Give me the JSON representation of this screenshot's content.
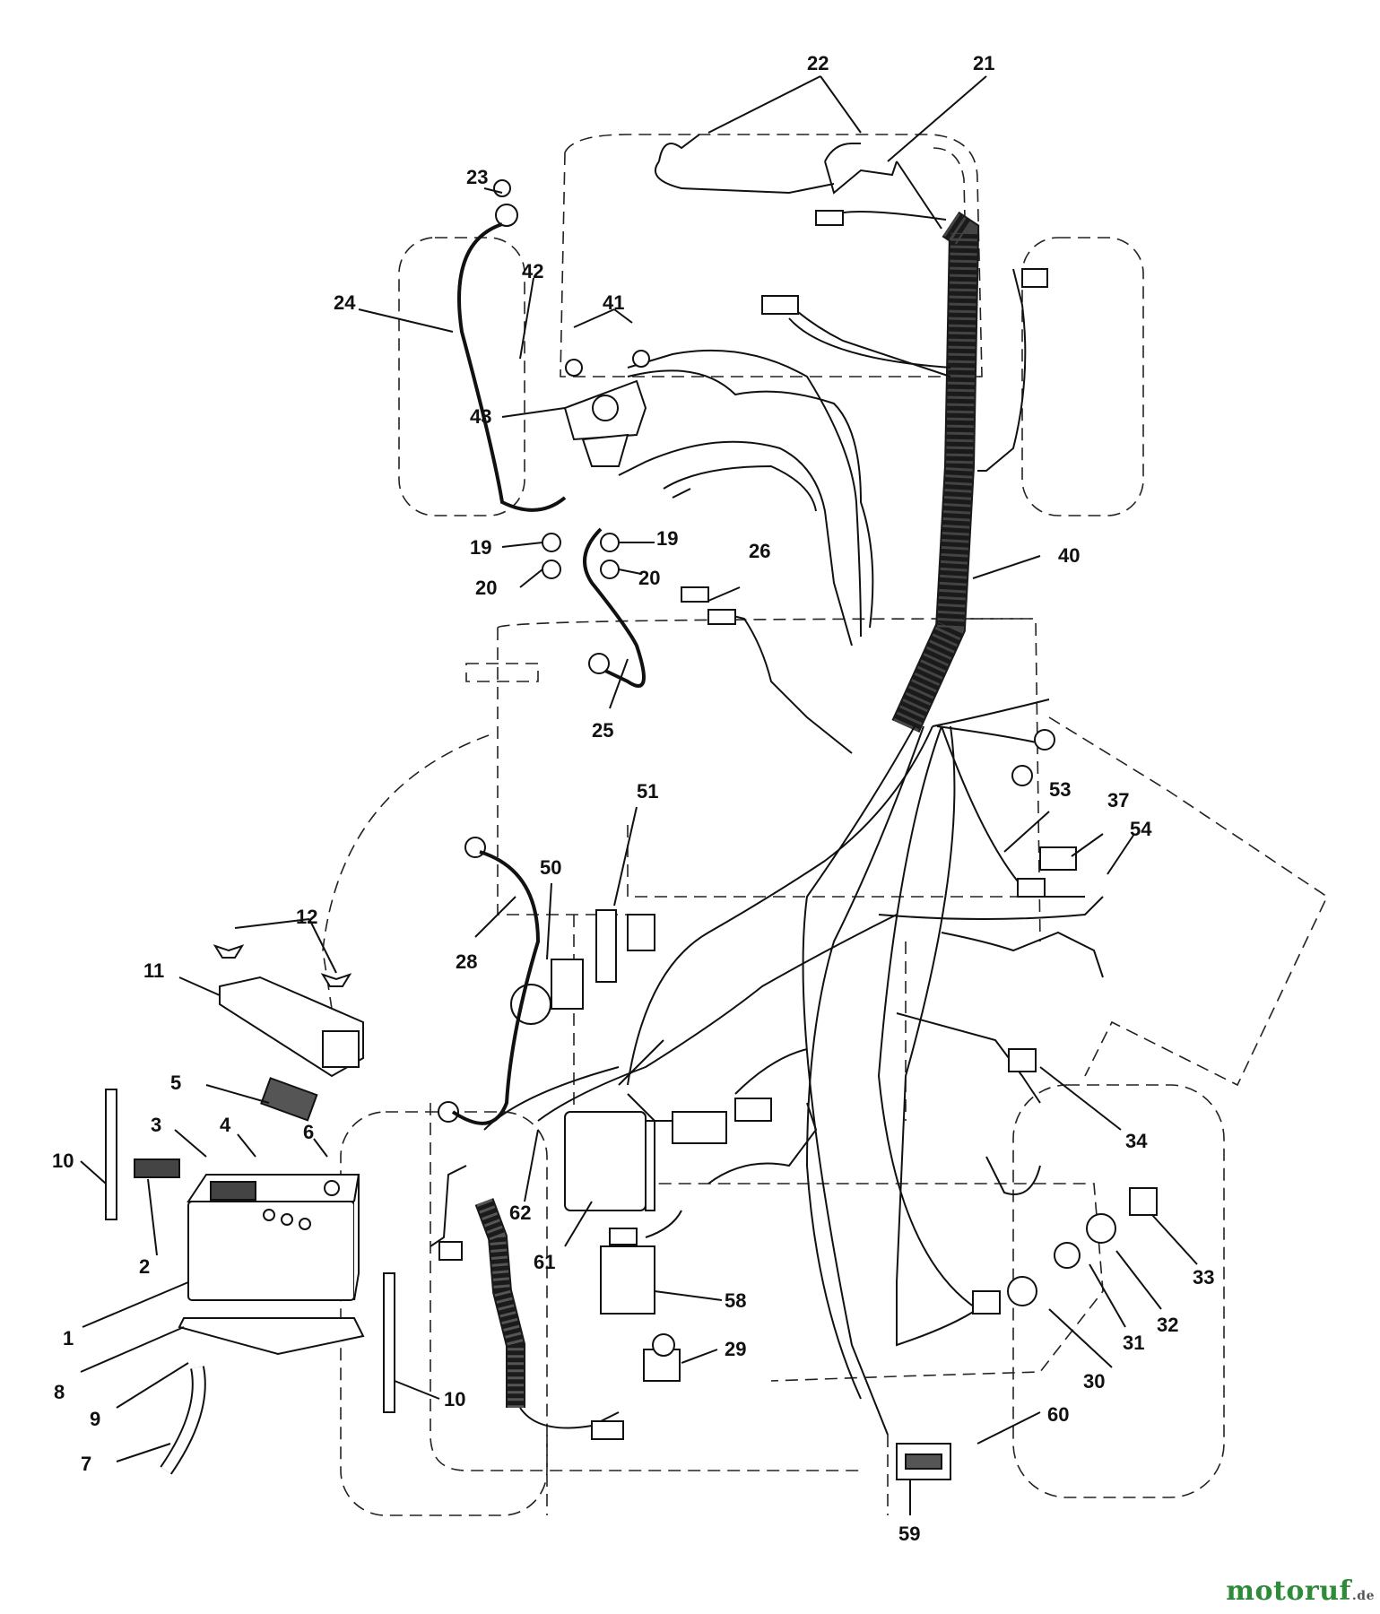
{
  "diagram": {
    "callouts": [
      {
        "id": "c1",
        "text": "1"
      },
      {
        "id": "c2",
        "text": "2"
      },
      {
        "id": "c3",
        "text": "3"
      },
      {
        "id": "c4",
        "text": "4"
      },
      {
        "id": "c5",
        "text": "5"
      },
      {
        "id": "c6",
        "text": "6"
      },
      {
        "id": "c7",
        "text": "7"
      },
      {
        "id": "c8",
        "text": "8"
      },
      {
        "id": "c9",
        "text": "9"
      },
      {
        "id": "c10a",
        "text": "10"
      },
      {
        "id": "c10b",
        "text": "10"
      },
      {
        "id": "c11",
        "text": "11"
      },
      {
        "id": "c12",
        "text": "12"
      },
      {
        "id": "c19a",
        "text": "19"
      },
      {
        "id": "c19b",
        "text": "19"
      },
      {
        "id": "c20a",
        "text": "20"
      },
      {
        "id": "c20b",
        "text": "20"
      },
      {
        "id": "c21",
        "text": "21"
      },
      {
        "id": "c22",
        "text": "22"
      },
      {
        "id": "c23",
        "text": "23"
      },
      {
        "id": "c24",
        "text": "24"
      },
      {
        "id": "c25",
        "text": "25"
      },
      {
        "id": "c26",
        "text": "26"
      },
      {
        "id": "c28",
        "text": "28"
      },
      {
        "id": "c29",
        "text": "29"
      },
      {
        "id": "c30",
        "text": "30"
      },
      {
        "id": "c31",
        "text": "31"
      },
      {
        "id": "c32",
        "text": "32"
      },
      {
        "id": "c33",
        "text": "33"
      },
      {
        "id": "c34",
        "text": "34"
      },
      {
        "id": "c37",
        "text": "37"
      },
      {
        "id": "c40",
        "text": "40"
      },
      {
        "id": "c41",
        "text": "41"
      },
      {
        "id": "c42",
        "text": "42"
      },
      {
        "id": "c43",
        "text": "43"
      },
      {
        "id": "c50",
        "text": "50"
      },
      {
        "id": "c51",
        "text": "51"
      },
      {
        "id": "c53",
        "text": "53"
      },
      {
        "id": "c54",
        "text": "54"
      },
      {
        "id": "c58",
        "text": "58"
      },
      {
        "id": "c59",
        "text": "59"
      },
      {
        "id": "c60",
        "text": "60"
      },
      {
        "id": "c61",
        "text": "61"
      },
      {
        "id": "c62",
        "text": "62"
      }
    ]
  },
  "watermark": {
    "brand": "motoruf",
    "tld": ".de"
  }
}
